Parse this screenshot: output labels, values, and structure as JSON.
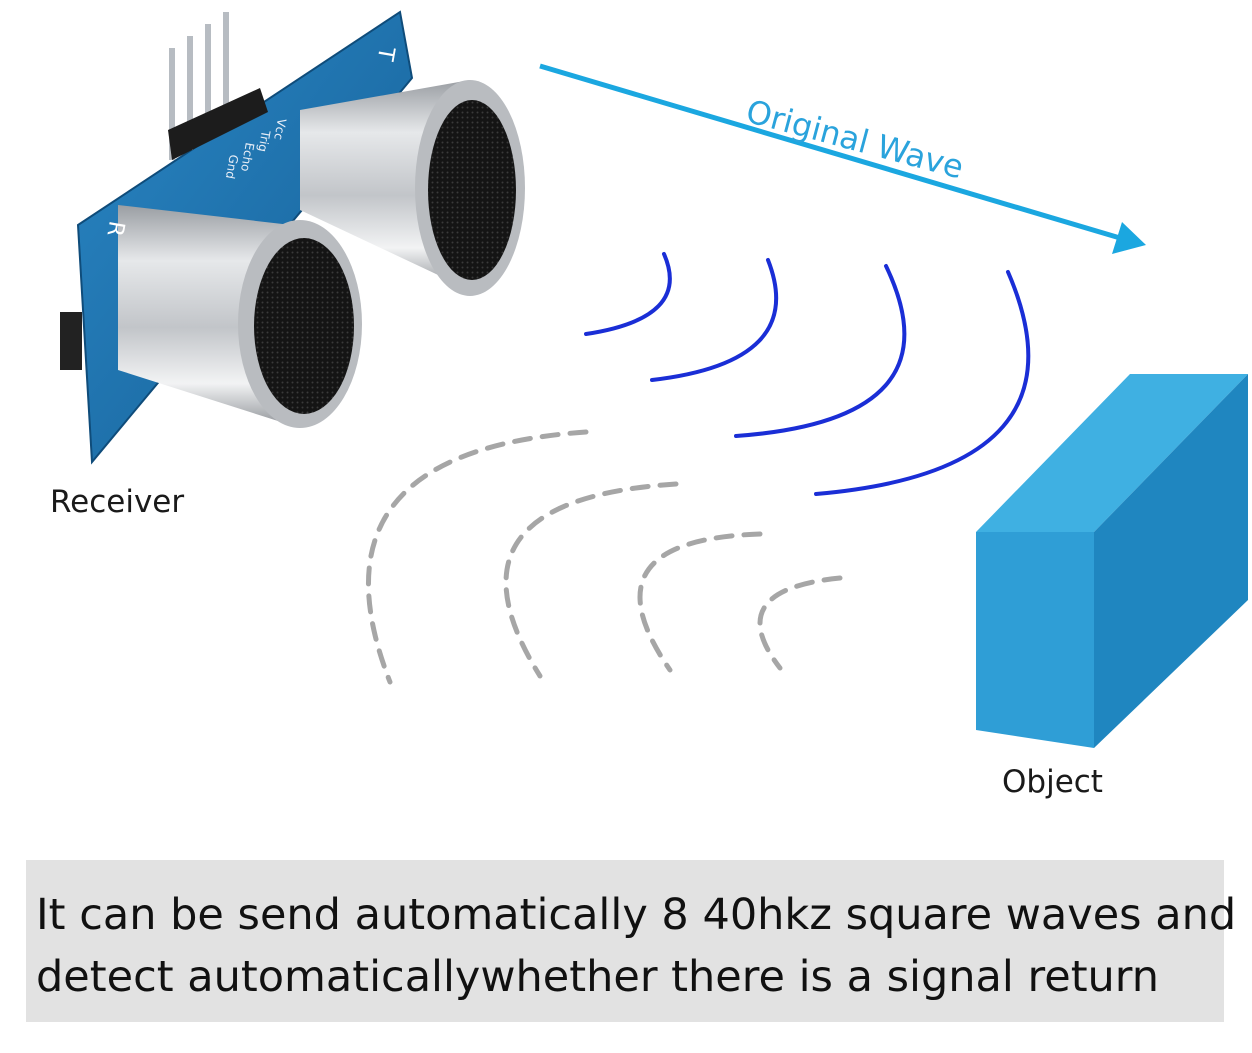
{
  "labels": {
    "original_wave": "Original Wave",
    "receiver": "Receiver",
    "object": "Object"
  },
  "sensor": {
    "transmitter_mark": "T",
    "receiver_mark": "R",
    "pins": [
      "Vcc",
      "Trig",
      "Echo",
      "Gnd"
    ]
  },
  "caption": {
    "line1": "It can be send automatically 8 40hkz square waves and",
    "line2": "detect automaticallywhether there is a signal return"
  },
  "colors": {
    "original_wave_arrow": "#1ba7e0",
    "emitted_wave": "#1a2ed6",
    "reflected_wave": "#a6a6a6",
    "object_front": "#2f9ed6",
    "object_side": "#1f86c0",
    "object_top": "#3fb0e2",
    "board": "#1e73b0",
    "caption_background": "#e2e2e2"
  }
}
